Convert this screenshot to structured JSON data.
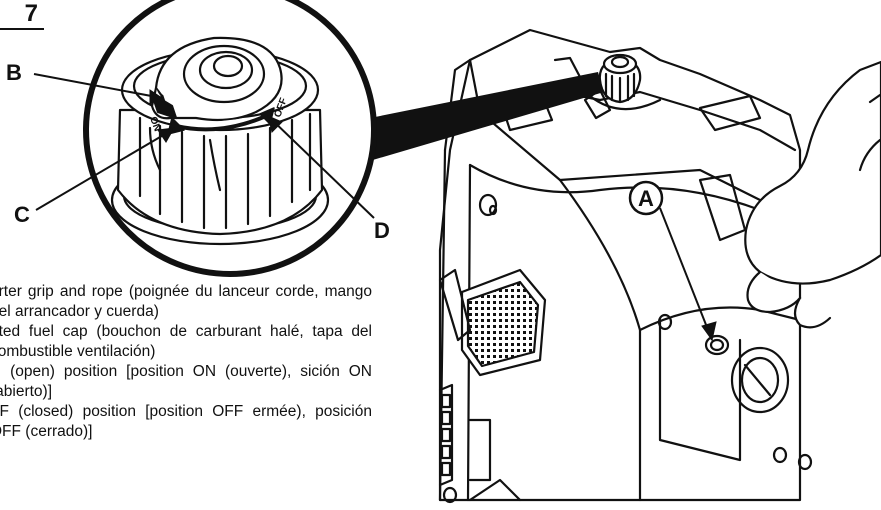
{
  "figure": {
    "number": "7",
    "labels": {
      "a": "A",
      "b": "B",
      "c": "C",
      "d": "D"
    },
    "dial": {
      "on": "ON",
      "off": "OFF"
    }
  },
  "legend": {
    "items": [
      {
        "text": "arter grip and rope (poignée du lanceur corde, mango del arrancador y cuerda)"
      },
      {
        "text": "nted fuel cap (bouchon de carburant halé, tapa del combustible ventilación)"
      },
      {
        "text": "N (open) position [position ON (ouverte), sición ON (abierto)]"
      },
      {
        "text": "FF (closed) position [position OFF ermée), posición OFF (cerrado)]"
      }
    ]
  }
}
